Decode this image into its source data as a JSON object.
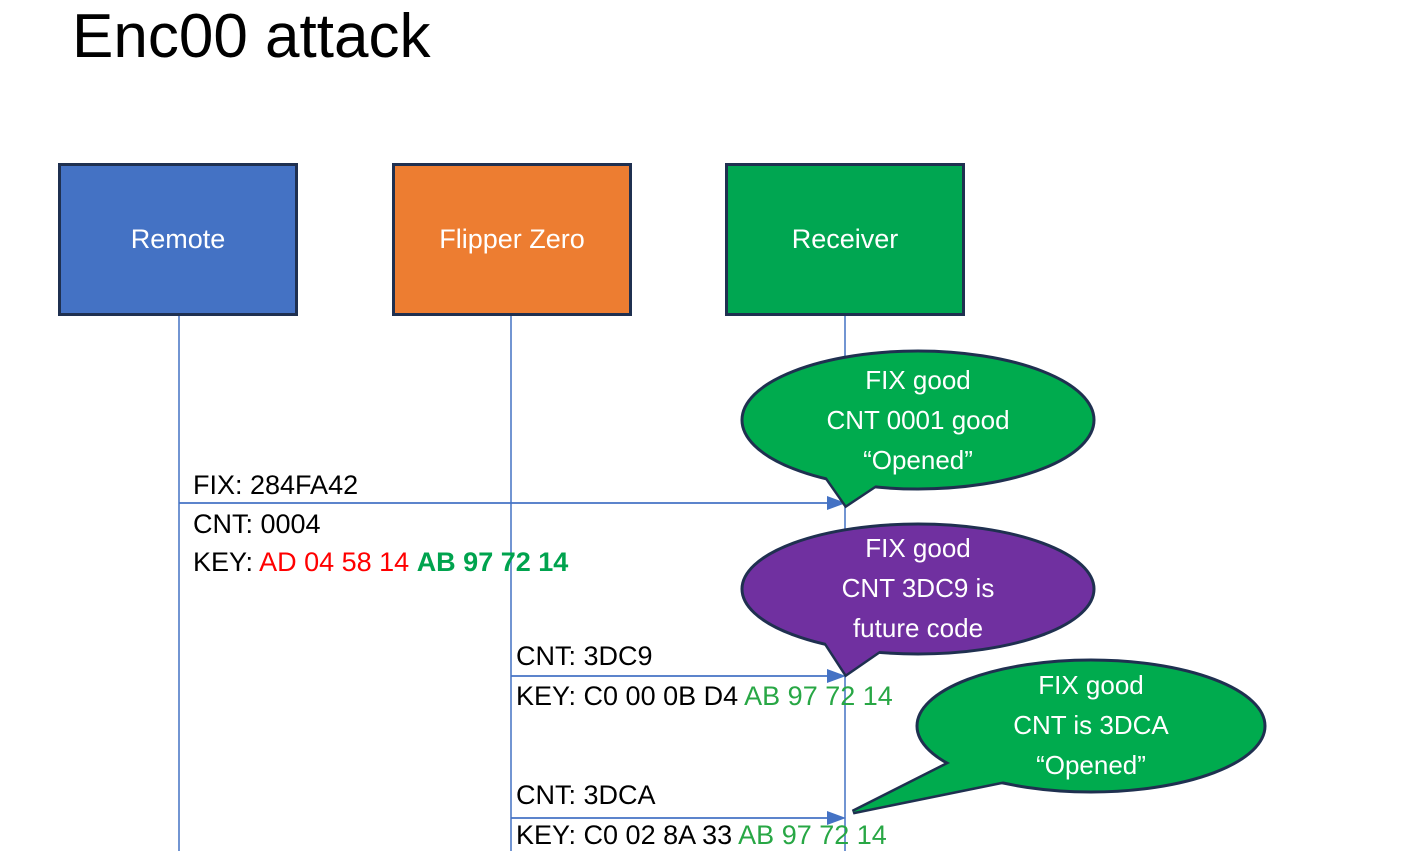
{
  "title": "Enc00 attack",
  "colors": {
    "remote_fill": "#4472C4",
    "flipper_fill": "#ED7D31",
    "receiver_fill": "#00A651",
    "outline": "#1F3050",
    "connector": "#4472C4",
    "callout_green": "#00AB4E",
    "callout_purple": "#7030A0",
    "key_red": "#FF0000",
    "key_green_bold": "#00A34E",
    "key_green": "#28A745",
    "text": "#000000",
    "background": "#FFFFFF"
  },
  "actors": [
    {
      "name": "Remote"
    },
    {
      "name": "Flipper Zero"
    },
    {
      "name": "Receiver"
    }
  ],
  "messages": [
    {
      "from": "Remote",
      "to": "Receiver",
      "fix": "FIX: 284FA42",
      "cnt": "CNT: 0004",
      "key_label": "KEY: ",
      "key_red": "AD 04 58 14 ",
      "key_green": "AB 97 72 14"
    },
    {
      "from": "Flipper Zero",
      "to": "Receiver",
      "cnt": "CNT: 3DC9",
      "key_label": "KEY: C0 00 0B D4 ",
      "key_green": "AB 97 72 14"
    },
    {
      "from": "Flipper Zero",
      "to": "Receiver",
      "cnt": "CNT: 3DCA",
      "key_label": "KEY: C0 02 8A 33 ",
      "key_green": "AB 97 72 14"
    }
  ],
  "callouts": [
    {
      "color": "green",
      "lines": [
        "FIX good",
        "CNT 0001 good",
        "“Opened”"
      ]
    },
    {
      "color": "purple",
      "lines": [
        "FIX good",
        "CNT 3DC9 is",
        "future code"
      ]
    },
    {
      "color": "green",
      "lines": [
        "FIX good",
        "CNT is 3DCA",
        "“Opened”"
      ]
    }
  ]
}
